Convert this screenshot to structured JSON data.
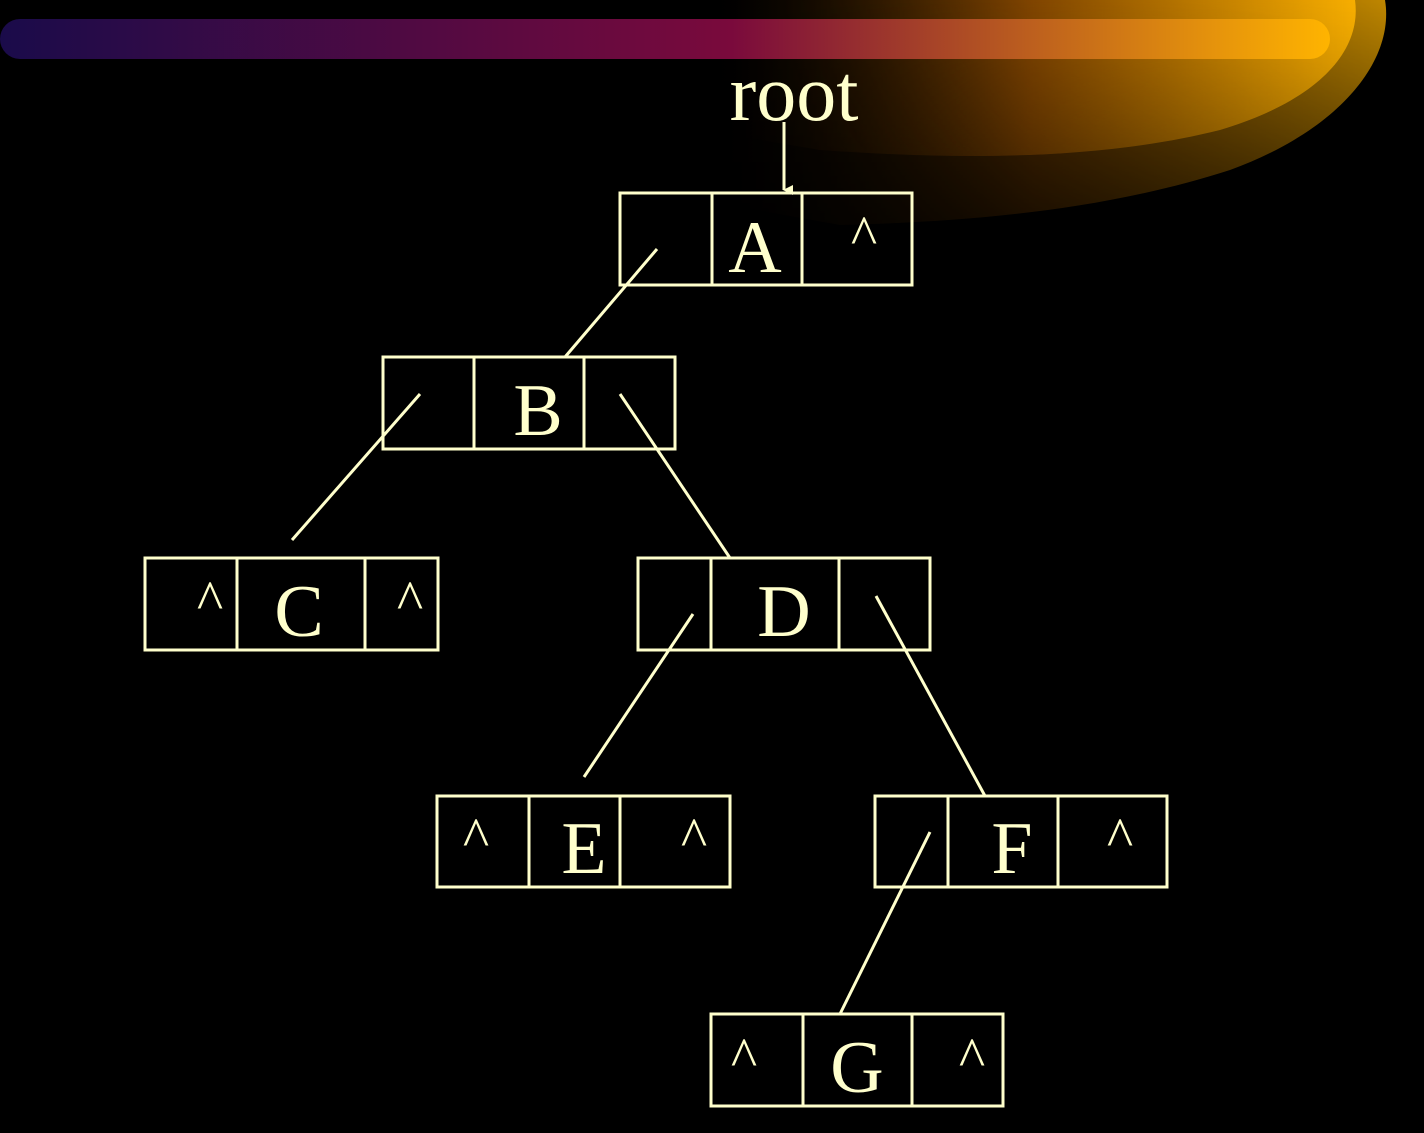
{
  "colors": {
    "background": "#000000",
    "ink": "#FFFFCC",
    "banner_start": "#1A0B4A",
    "banner_mid": "#7A0A3C",
    "banner_end": "#FFB400",
    "swoosh": "#8A4A00"
  },
  "diagram": {
    "root_label": "root",
    "nodes": [
      {
        "id": "A",
        "left": "",
        "data": "A",
        "right": "^"
      },
      {
        "id": "B",
        "left": "",
        "data": "B",
        "right": ""
      },
      {
        "id": "C",
        "left": "^",
        "data": "C",
        "right": "^"
      },
      {
        "id": "D",
        "left": "",
        "data": "D",
        "right": ""
      },
      {
        "id": "E",
        "left": "^",
        "data": "E",
        "right": "^"
      },
      {
        "id": "F",
        "left": "",
        "data": "F",
        "right": "^"
      },
      {
        "id": "G",
        "left": "^",
        "data": "G",
        "right": "^"
      }
    ],
    "edges": [
      {
        "from": "A",
        "side": "left",
        "to": "B"
      },
      {
        "from": "B",
        "side": "left",
        "to": "C"
      },
      {
        "from": "B",
        "side": "right",
        "to": "D"
      },
      {
        "from": "D",
        "side": "left",
        "to": "E"
      },
      {
        "from": "D",
        "side": "right",
        "to": "F"
      },
      {
        "from": "F",
        "side": "left",
        "to": "G"
      }
    ]
  }
}
